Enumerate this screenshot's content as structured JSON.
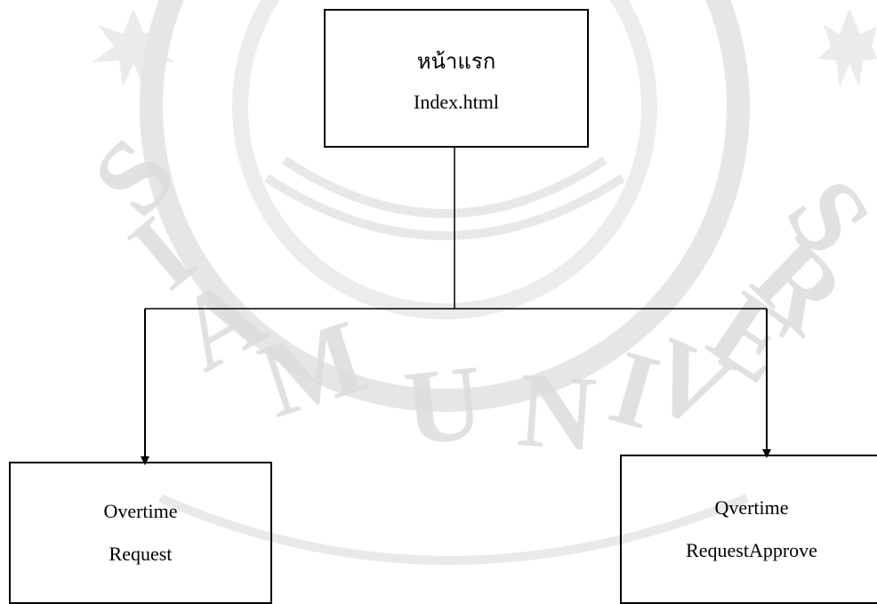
{
  "watermark": {
    "text_top": "SIAM UNIVERSITY",
    "color": "#d9d9d9"
  },
  "diagram": {
    "root": {
      "line1": "หน้าแรก",
      "line2": "Index.html"
    },
    "children": [
      {
        "line1": "Overtime",
        "line2": "Request"
      },
      {
        "line1": "Qvertime",
        "line2": "RequestApprove"
      }
    ],
    "line_color": "#000000"
  }
}
